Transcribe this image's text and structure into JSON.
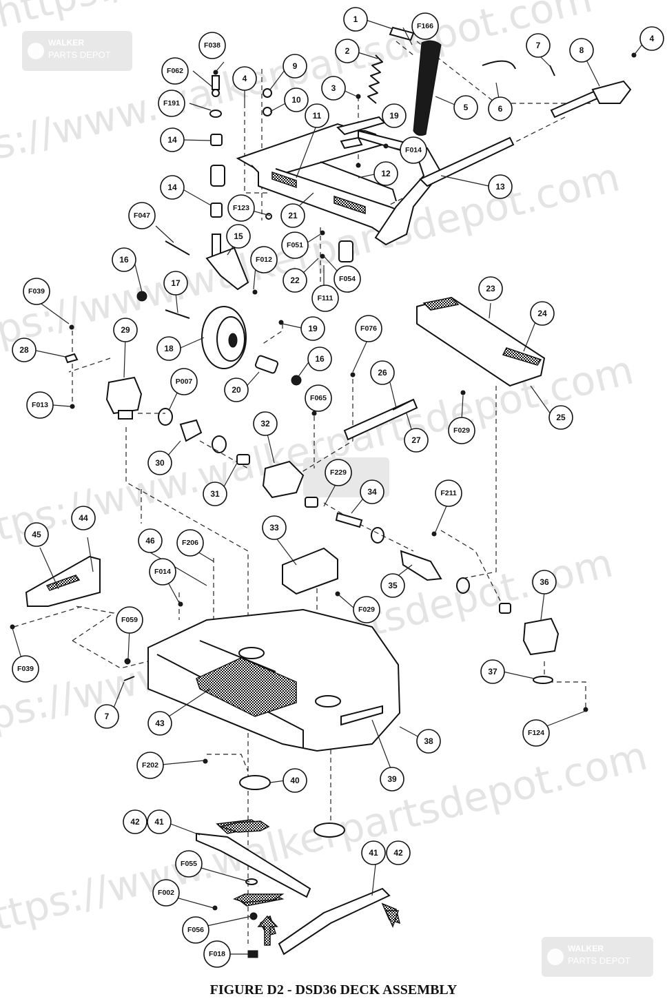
{
  "figure": {
    "caption": "FIGURE D2 - DSD36 DECK ASSEMBLY"
  },
  "watermark": {
    "brand_top": "WALKER",
    "brand_bottom": "PARTS DEPOT",
    "url_fragments": [
      "https://www.walkerpartsdepot.com"
    ]
  },
  "callouts": [
    {
      "id": "c1",
      "label": "1"
    },
    {
      "id": "c2",
      "label": "2"
    },
    {
      "id": "c3",
      "label": "3"
    },
    {
      "id": "c4a",
      "label": "4"
    },
    {
      "id": "c4b",
      "label": "4"
    },
    {
      "id": "c5",
      "label": "5"
    },
    {
      "id": "c6",
      "label": "6"
    },
    {
      "id": "c7a",
      "label": "7"
    },
    {
      "id": "c7b",
      "label": "7"
    },
    {
      "id": "c8",
      "label": "8"
    },
    {
      "id": "c9",
      "label": "9"
    },
    {
      "id": "c10",
      "label": "10"
    },
    {
      "id": "c11",
      "label": "11"
    },
    {
      "id": "c12",
      "label": "12"
    },
    {
      "id": "c13",
      "label": "13"
    },
    {
      "id": "c14a",
      "label": "14"
    },
    {
      "id": "c14b",
      "label": "14"
    },
    {
      "id": "c15",
      "label": "15"
    },
    {
      "id": "c16a",
      "label": "16"
    },
    {
      "id": "c16b",
      "label": "16"
    },
    {
      "id": "c17",
      "label": "17"
    },
    {
      "id": "c18",
      "label": "18"
    },
    {
      "id": "c19a",
      "label": "19"
    },
    {
      "id": "c19b",
      "label": "19"
    },
    {
      "id": "c20",
      "label": "20"
    },
    {
      "id": "c21",
      "label": "21"
    },
    {
      "id": "c22",
      "label": "22"
    },
    {
      "id": "c23",
      "label": "23"
    },
    {
      "id": "c24",
      "label": "24"
    },
    {
      "id": "c25",
      "label": "25"
    },
    {
      "id": "c26",
      "label": "26"
    },
    {
      "id": "c27",
      "label": "27"
    },
    {
      "id": "c28",
      "label": "28"
    },
    {
      "id": "c29",
      "label": "29"
    },
    {
      "id": "c30",
      "label": "30"
    },
    {
      "id": "c31",
      "label": "31"
    },
    {
      "id": "c32",
      "label": "32"
    },
    {
      "id": "c33",
      "label": "33"
    },
    {
      "id": "c34",
      "label": "34"
    },
    {
      "id": "c35",
      "label": "35"
    },
    {
      "id": "c36",
      "label": "36"
    },
    {
      "id": "c37",
      "label": "37"
    },
    {
      "id": "c38",
      "label": "38"
    },
    {
      "id": "c39",
      "label": "39"
    },
    {
      "id": "c40",
      "label": "40"
    },
    {
      "id": "c41a",
      "label": "41"
    },
    {
      "id": "c41b",
      "label": "41"
    },
    {
      "id": "c42a",
      "label": "42"
    },
    {
      "id": "c42b",
      "label": "42"
    },
    {
      "id": "c43",
      "label": "43"
    },
    {
      "id": "c44",
      "label": "44"
    },
    {
      "id": "c45",
      "label": "45"
    },
    {
      "id": "c46",
      "label": "46"
    },
    {
      "id": "cF038",
      "label": "F038"
    },
    {
      "id": "cF062",
      "label": "F062"
    },
    {
      "id": "cF191",
      "label": "F191"
    },
    {
      "id": "cF166",
      "label": "F166"
    },
    {
      "id": "cF014a",
      "label": "F014"
    },
    {
      "id": "cF014b",
      "label": "F014"
    },
    {
      "id": "cF123",
      "label": "F123"
    },
    {
      "id": "cF047",
      "label": "F047"
    },
    {
      "id": "cF012",
      "label": "F012"
    },
    {
      "id": "cF051",
      "label": "F051"
    },
    {
      "id": "cF054",
      "label": "F054"
    },
    {
      "id": "cF111",
      "label": "F111"
    },
    {
      "id": "cF039a",
      "label": "F039"
    },
    {
      "id": "cF039b",
      "label": "F039"
    },
    {
      "id": "cF013",
      "label": "F013"
    },
    {
      "id": "cP007",
      "label": "P007"
    },
    {
      "id": "cF076",
      "label": "F076"
    },
    {
      "id": "cF065",
      "label": "F065"
    },
    {
      "id": "cF029a",
      "label": "F029"
    },
    {
      "id": "cF029b",
      "label": "F029"
    },
    {
      "id": "cF229",
      "label": "F229"
    },
    {
      "id": "cF211",
      "label": "F211"
    },
    {
      "id": "cF206",
      "label": "F206"
    },
    {
      "id": "cF059",
      "label": "F059"
    },
    {
      "id": "cF124",
      "label": "F124"
    },
    {
      "id": "cF202",
      "label": "F202"
    },
    {
      "id": "cF055",
      "label": "F055"
    },
    {
      "id": "cF002",
      "label": "F002"
    },
    {
      "id": "cF056",
      "label": "F056"
    },
    {
      "id": "cF018",
      "label": "F018"
    }
  ]
}
